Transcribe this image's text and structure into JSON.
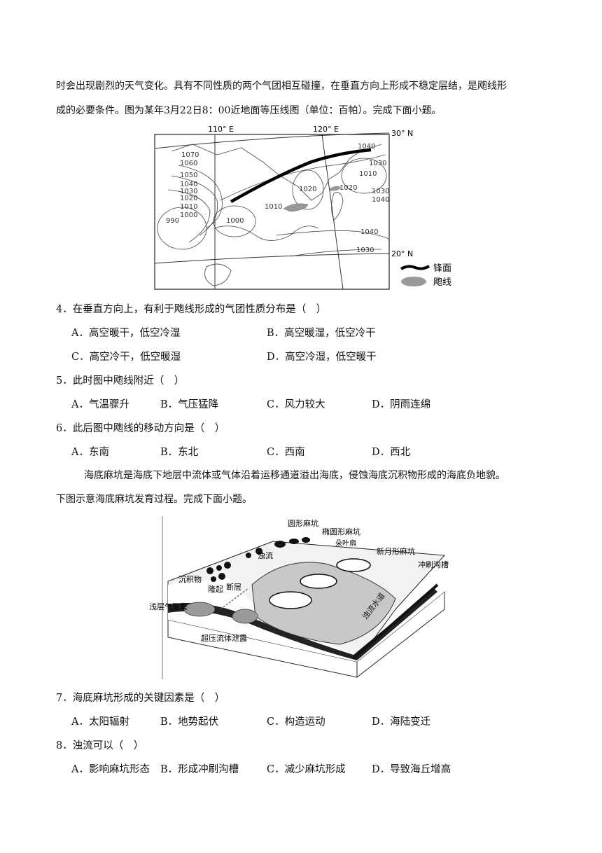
{
  "passage1": {
    "line1": "时会出现剧烈的天气变化。具有不同性质的两个气团相互碰撞，在垂直方向上形成不稳定层结，是飑线形",
    "line2": "成的必要条件。图为某年3月22日8：00近地面等压线图（单位：百帕）。完成下面小题。"
  },
  "map": {
    "lon1": "110° E",
    "lon2": "120° E",
    "lat1": "30° N",
    "lat2": "20° N",
    "isobars": [
      "1070",
      "1060",
      "1050",
      "1040",
      "1030",
      "1020",
      "1010",
      "1000",
      "990",
      "1000",
      "1010",
      "1020",
      "1020",
      "1040",
      "1030",
      "1010",
      "1030",
      "1040",
      "1040",
      "1030"
    ],
    "legend_front": "锋面",
    "legend_squall": "飑线"
  },
  "q4": {
    "stem": "4．在垂直方向上，有利于飑线形成的气团性质分布是（　）",
    "A": "A．高空暖干，低空冷湿",
    "B": "B．高空暖湿，低空冷干",
    "C": "C．高空冷干，低空暖湿",
    "D": "D．高空冷湿，低空暖干"
  },
  "q5": {
    "stem": "5．此时图中飑线附近（　）",
    "A": "A．气温骤升",
    "B": "B．气压猛降",
    "C": "C．风力较大",
    "D": "D．阴雨连绵"
  },
  "q6": {
    "stem": "6．此后图中飑线的移动方向是（　）",
    "A": "A．东南",
    "B": "B．东北",
    "C": "C．西南",
    "D": "D．西北"
  },
  "passage2": {
    "line1": "海底麻坑是海底下地层中流体或气体沿着运移通道溢出海底，侵蚀海底沉积物形成的海底负地貌。",
    "line2": "下图示意海底麻坑发育过程。完成下面小题。"
  },
  "diagram": {
    "round_pit": "圆形麻坑",
    "ellipse_pit": "椭圆形麻坑",
    "lobe_fan": "朵叶扇",
    "crescent_pit": "新月形麻坑",
    "scour_trench": "冲刷沟槽",
    "turbidity": "浊流",
    "sediment": "沉积物",
    "uplift": "隆起",
    "fault": "断层",
    "shallow_gas": "浅层气聚集",
    "channel": "浊流水道",
    "overpressure": "超压流体泄露"
  },
  "q7": {
    "stem": "7．海底麻坑形成的关键因素是（　）",
    "A": "A．太阳辐射",
    "B": "B．地势起伏",
    "C": "C．构造运动",
    "D": "D．海陆变迁"
  },
  "q8": {
    "stem": "8．浊流可以（　）",
    "A": "A．影响麻坑形态",
    "B": "B．形成冲刷沟槽",
    "C": "C．减少麻坑形成",
    "D": "D．导致海丘增高"
  }
}
